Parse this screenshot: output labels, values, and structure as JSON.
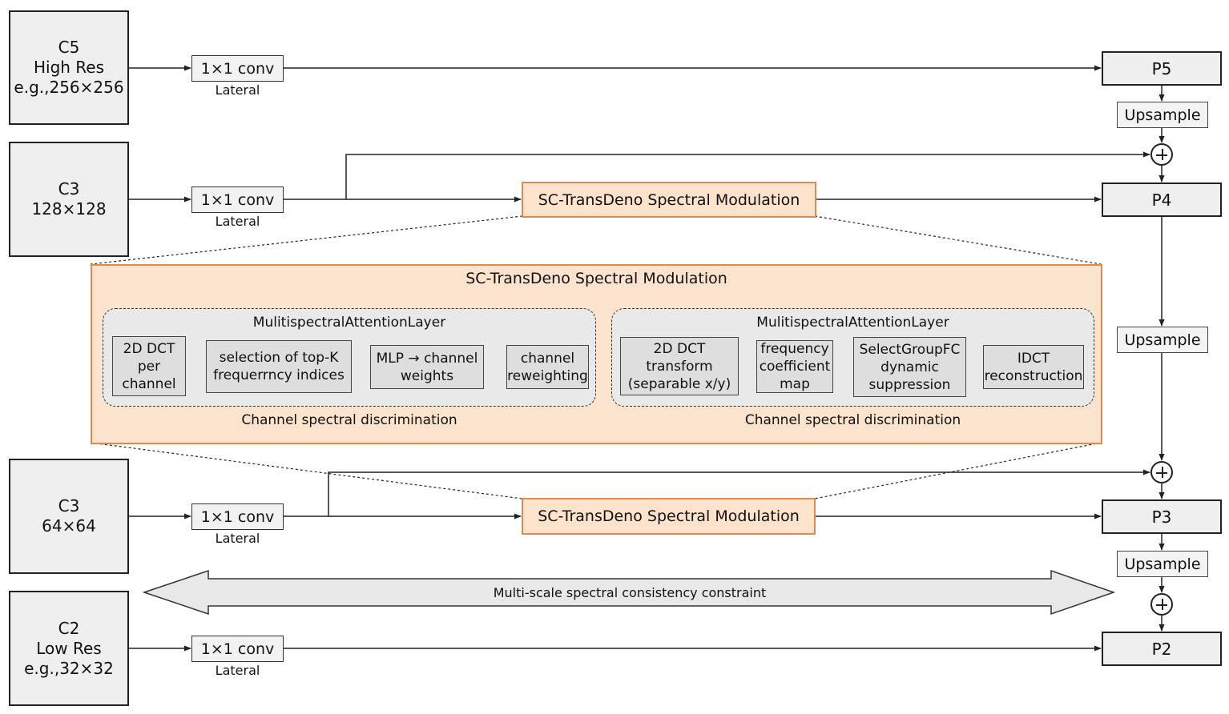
{
  "backbone": {
    "c5": {
      "l1": "C5",
      "l2": "High Res",
      "l3": "e.g.,256×256"
    },
    "c4": {
      "l1": "C3",
      "l2": "128×128"
    },
    "c3": {
      "l1": "C3",
      "l2": "64×64"
    },
    "c2": {
      "l1": "C2",
      "l2": "Low Res",
      "l3": "e.g.,32×32"
    }
  },
  "lateral": {
    "conv_label": "1×1 conv",
    "caption": "Lateral"
  },
  "pyramid": {
    "p5": "P5",
    "p4": "P4",
    "p3": "P3",
    "p2": "P2",
    "upsample": "Upsample"
  },
  "modulation": {
    "label": "SC-TransDeno Spectral Modulation"
  },
  "detail": {
    "title": "SC-TransDeno Spectral Modulation",
    "left": {
      "title": "MulitispectralAttentionLayer",
      "caption": "Channel spectral discrimination",
      "steps": [
        {
          "l1": "2D DCT",
          "l2": "per",
          "l3": "channel"
        },
        {
          "l1": "selection of top-K",
          "l2": "frequerrncy indices"
        },
        {
          "l1": "MLP → channel",
          "l2": "weights"
        },
        {
          "l1": "channel",
          "l2": "reweighting"
        }
      ]
    },
    "right": {
      "title": "MulitispectralAttentionLayer",
      "caption": "Channel spectral discrimination",
      "steps": [
        {
          "l1": "2D DCT",
          "l2": "transform",
          "l3": "(separable x/y)"
        },
        {
          "l1": "frequency",
          "l2": "coefficient",
          "l3": "map"
        },
        {
          "l1": "SelectGroupFC",
          "l2": "dynamic",
          "l3": "suppression"
        },
        {
          "l1": "IDCT",
          "l2": "reconstruction"
        }
      ]
    }
  },
  "constraint": {
    "label": "Multi-scale spectral consistency constraint"
  },
  "colors": {
    "accent_fill": "#fde3cc",
    "accent_border": "#e08a4e",
    "box_fill": "#efefef"
  }
}
